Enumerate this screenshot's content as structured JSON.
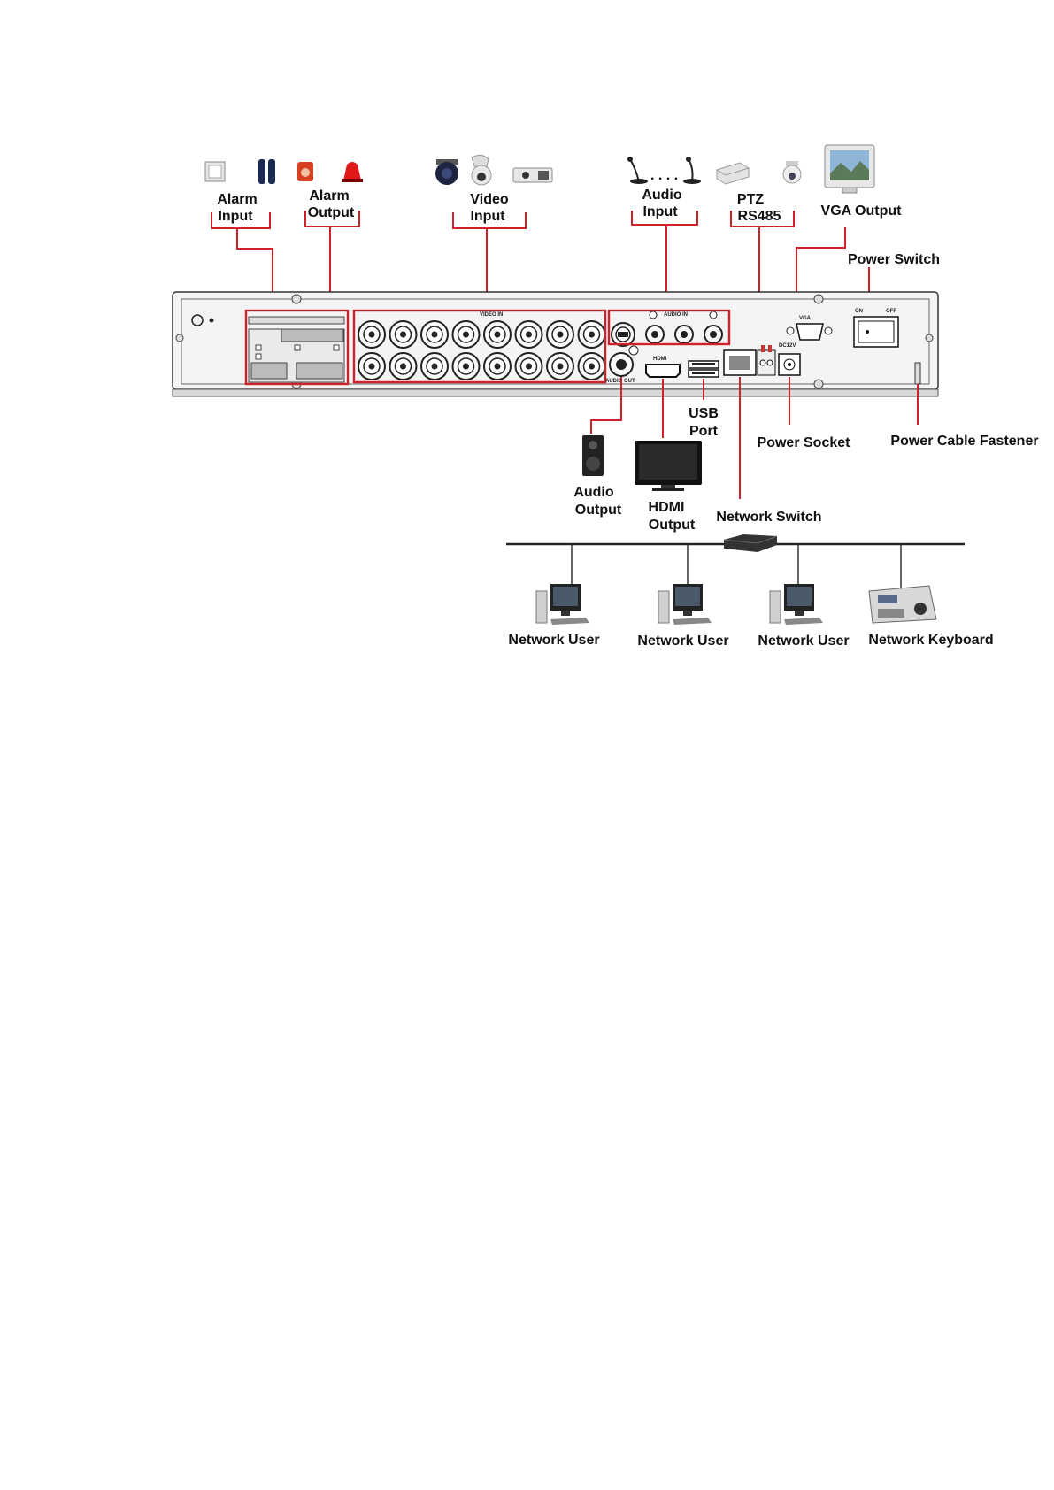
{
  "labels": {
    "alarm_input": [
      "Alarm",
      "Input"
    ],
    "alarm_output": [
      "Alarm",
      "Output"
    ],
    "video_input": [
      "Video",
      "Input"
    ],
    "audio_input": [
      "Audio",
      "Input"
    ],
    "ptz": [
      "PTZ",
      "RS485"
    ],
    "vga_output": "VGA Output",
    "power_switch": "Power Switch",
    "usb_port": [
      "USB",
      "Port"
    ],
    "power_socket": "Power Socket",
    "power_cable_fastener": "Power Cable Fastener",
    "audio_output": [
      "Audio",
      "Output"
    ],
    "hdmi_output": [
      "HDMI",
      "Output"
    ],
    "network_switch": "Network Switch",
    "network_users": [
      "Network User",
      "Network User",
      "Network User"
    ],
    "network_keyboard": "Network Keyboard"
  },
  "panel": {
    "video_in": "VIDEO IN",
    "audio_in": "AUDIO IN",
    "audio_out": "AUDIO OUT",
    "vga": "VGA",
    "hdmi": "HDMI",
    "on": "ON",
    "off": "OFF",
    "dc": "DC12V"
  },
  "colors": {
    "callout_line": "#d0202a",
    "device_outline": "#333333"
  },
  "icons": [
    "door-sensor-icon",
    "beam-detector-icon",
    "alarm-siren-icon",
    "dome-camera-icon",
    "ptz-camera-icon",
    "box-camera-icon",
    "microphone-icon",
    "ptz-decoder-icon",
    "speed-dome-icon",
    "vga-monitor-icon",
    "speaker-icon",
    "hdmi-tv-icon",
    "network-switch-icon",
    "desktop-pc-icon",
    "network-keyboard-icon"
  ]
}
